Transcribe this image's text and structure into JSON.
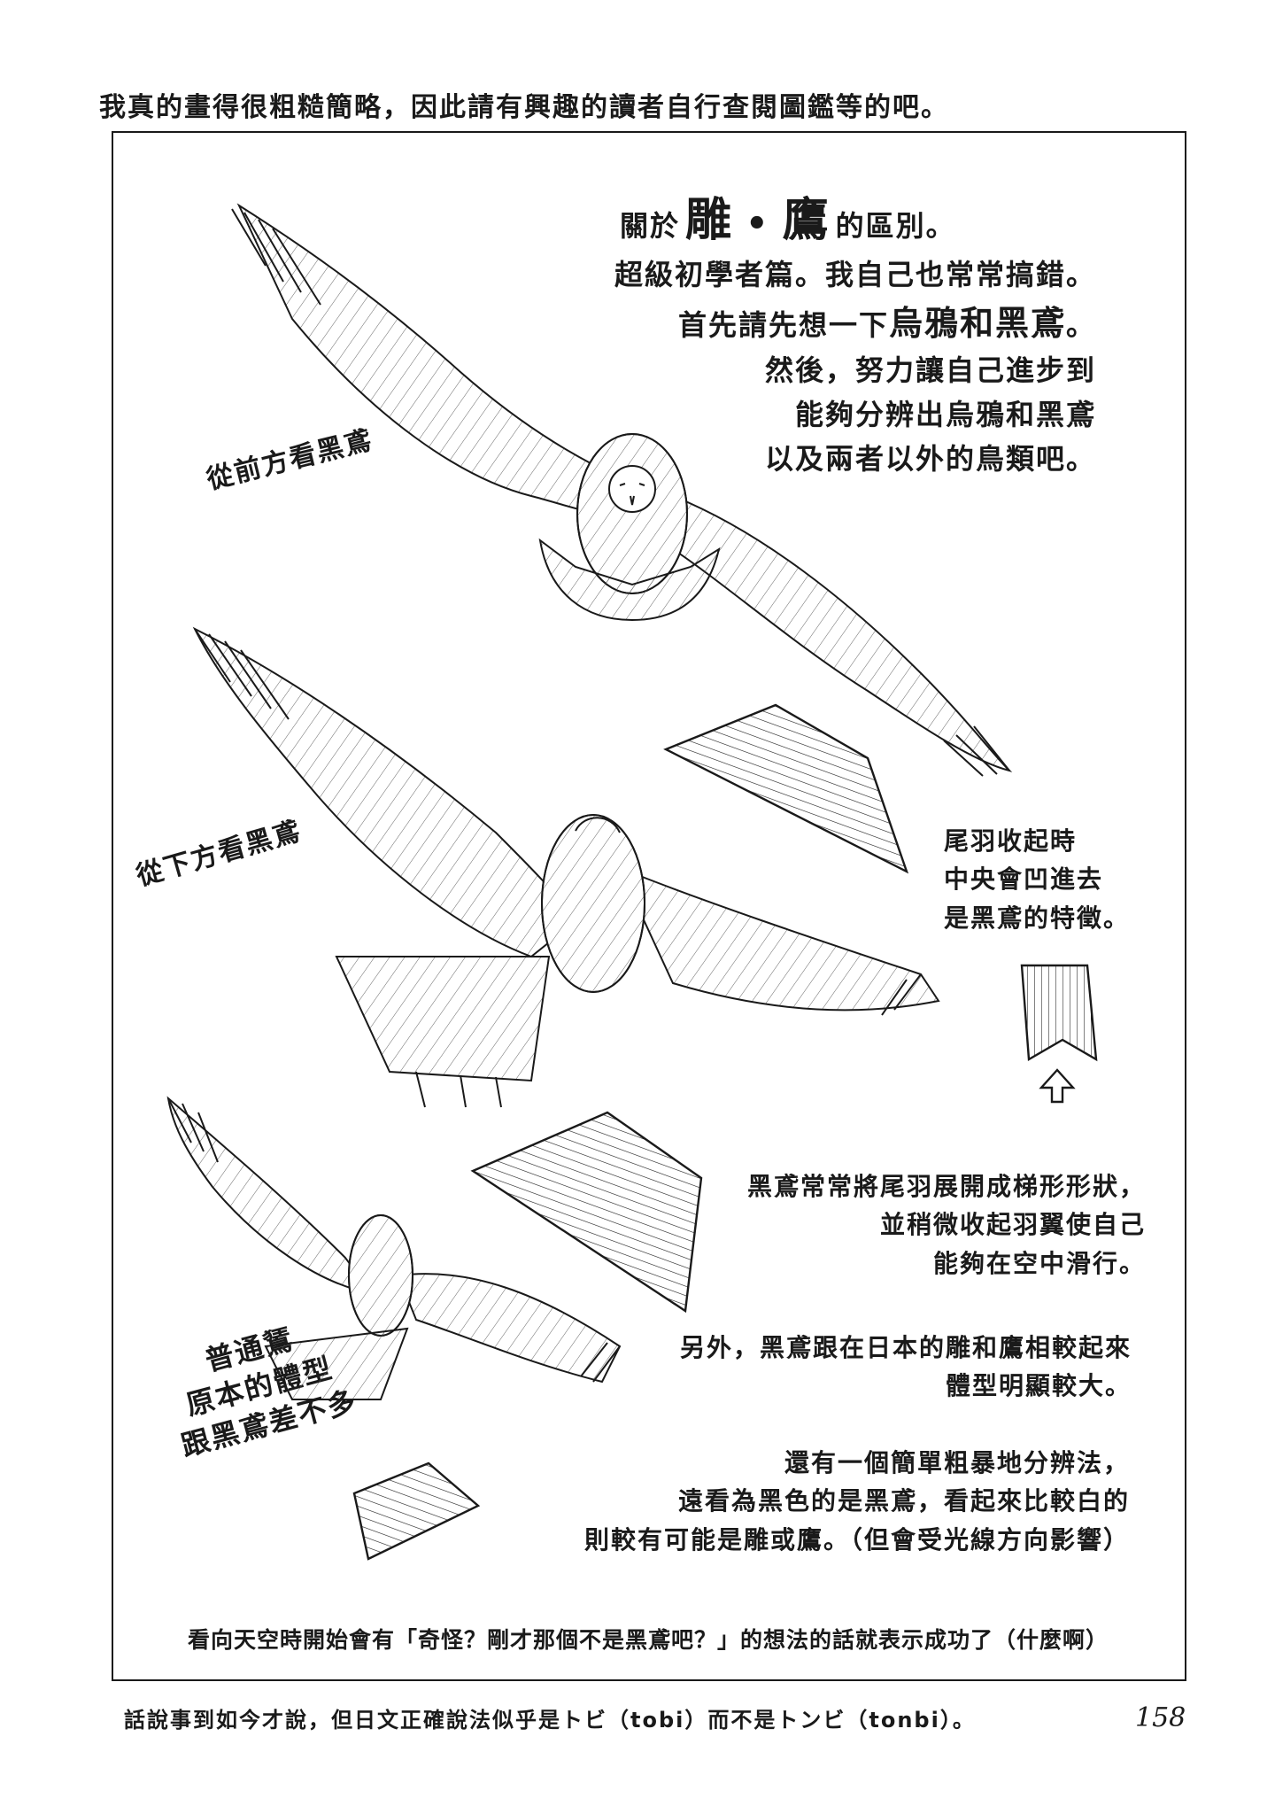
{
  "top_note": "我真的畫得很粗糙簡略，因此請有興趣的讀者自行查閱圖鑑等的吧。",
  "title": {
    "prefix": "關於",
    "eagle": "雕",
    "separator": "•",
    "hawk": "鷹",
    "suffix": "的區別。"
  },
  "intro": {
    "line1": "超級初學者篇。我自己也常常搞錯。",
    "line2_prefix": "首先請先想一下",
    "line2_em": "烏鴉和黑鳶",
    "line2_suffix": "。",
    "line3": "然後，努力讓自己進步到",
    "line4": "能夠分辨出烏鴉和黑鳶",
    "line5": "以及兩者以外的鳥類吧。"
  },
  "labels": {
    "front": "從前方看黑鳶",
    "below": "從下方看黑鳶",
    "buzzard": [
      "普通鵟",
      "原本的體型",
      "跟黑鳶差不多"
    ]
  },
  "tail_note": [
    "尾羽收起時",
    "中央會凹進去",
    "是黑鳶的特徵。"
  ],
  "trap_note": [
    "黑鳶常常將尾羽展開成梯形形狀，",
    "並稍微收起羽翼使自己",
    "能夠在空中滑行。"
  ],
  "size_note": [
    "另外，黑鳶跟在日本的雕和鷹相較起來",
    "體型明顯較大。"
  ],
  "rough_note": [
    "還有一個簡單粗暴地分辨法，",
    "遠看為黑色的是黑鳶，看起來比較白的",
    "則較有可能是雕或鷹。（但會受光線方向影響）"
  ],
  "success_note": "看向天空時開始會有「奇怪？剛才那個不是黑鳶吧？」的想法的話就表示成功了（什麼啊）",
  "bottom_note": "話說事到如今才說，但日文正確說法似乎是トビ（tobi）而不是トンビ（tonbi）。",
  "page_number": "158",
  "icons": {
    "kite_front": "bird-front-sketch",
    "kite_below": "bird-below-sketch",
    "buzzard": "buzzard-sketch",
    "arrow": "up-arrow-outline"
  },
  "colors": {
    "ink": "#1a1a1a",
    "paper": "#ffffff"
  }
}
